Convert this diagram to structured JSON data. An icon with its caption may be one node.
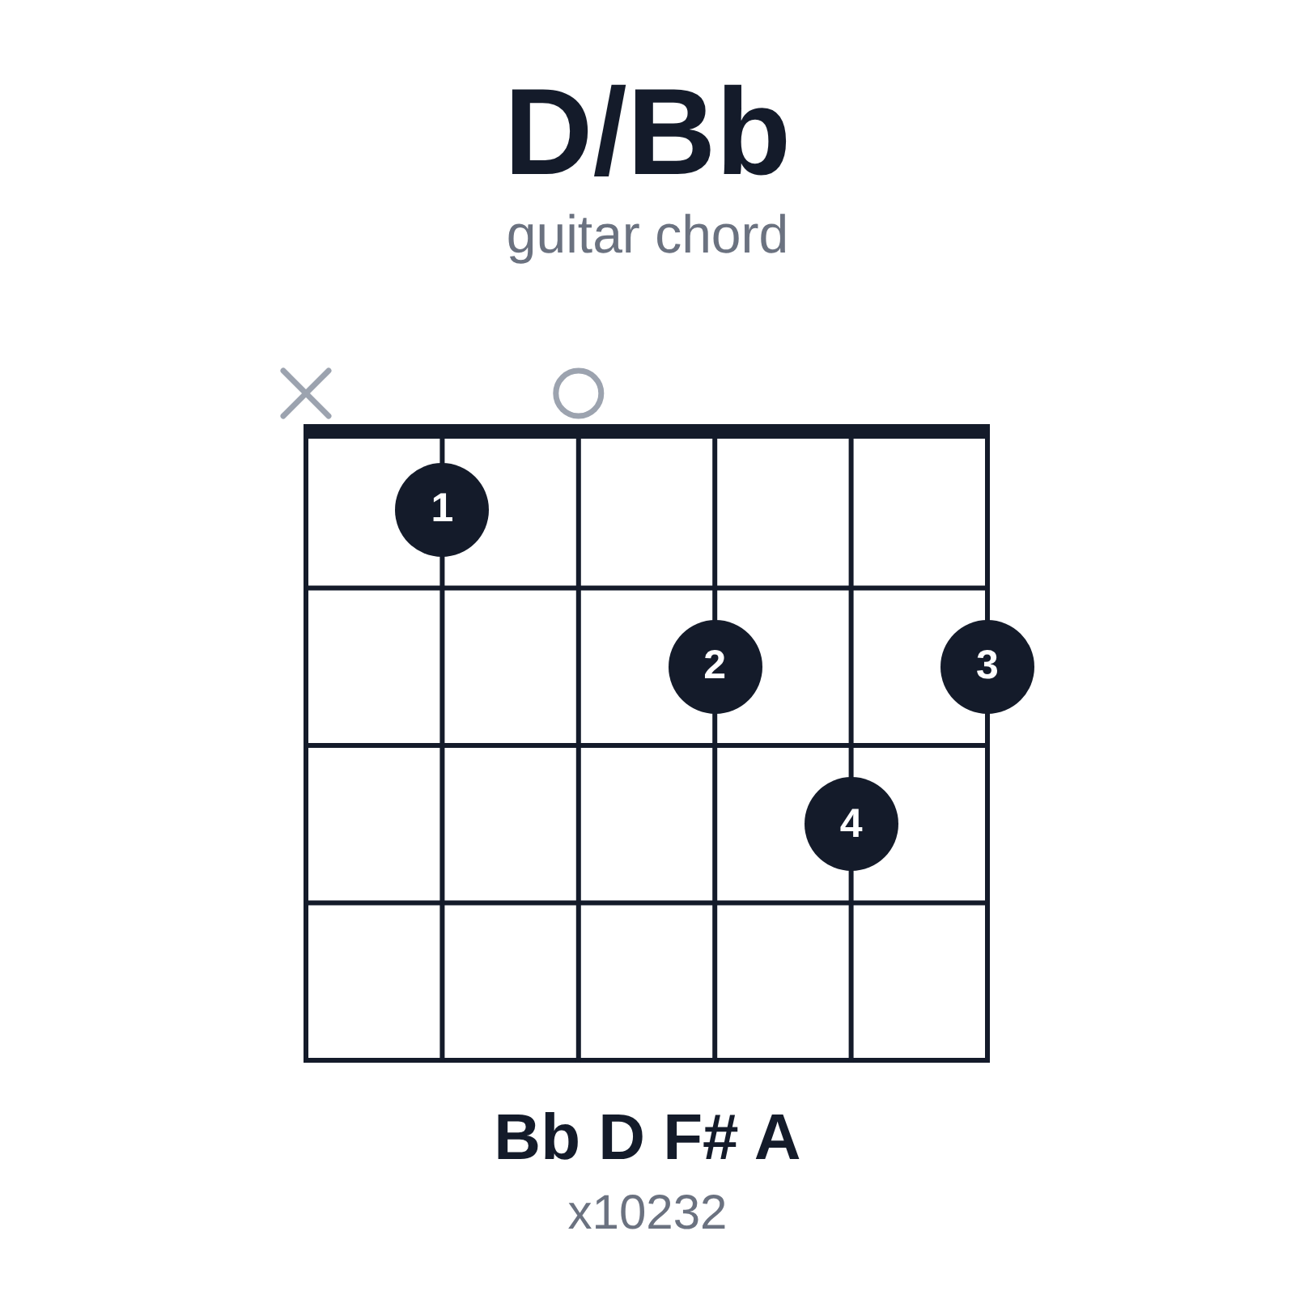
{
  "diagram": {
    "title": "D/Bb",
    "nodes": [
      {
        "text": [
          "1"
        ]
      },
      {
        "text": [
          "2"
        ]
      },
      {
        "text": [
          "3"
        ]
      },
      {
        "text": [
          "4"
        ]
      }
    ],
    "labels": [
      "guitar chord",
      "Bb D F# A",
      "x10232"
    ]
  }
}
